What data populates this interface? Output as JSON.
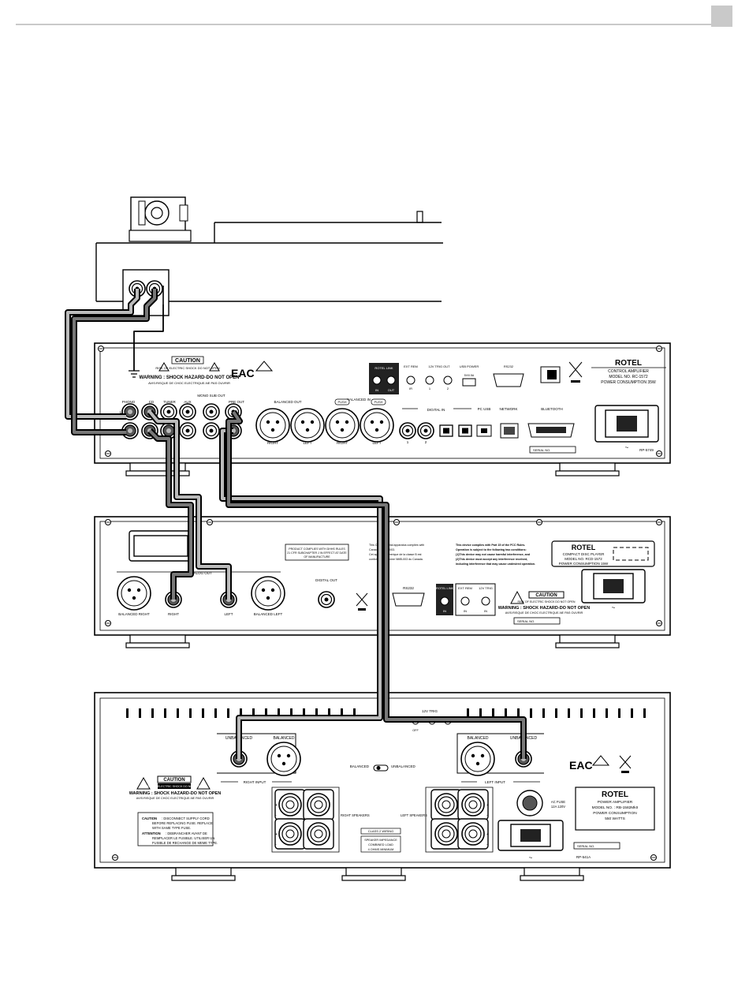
{
  "turntable": {},
  "cd_player_ctl": {
    "caution": "CAUTION",
    "warning": "WARNING : SHOCK HAZARD-DO NOT OPEN",
    "warning_fr": "AVIS:RISQUE DE CHOC ELECTRIQUE-NE PAS OUVRIR",
    "shock_small": "RISK OF ELECTRIC SHOCK DO NOT OPEN",
    "eac": "EAC",
    "rotel_link": "ROTEL LINK",
    "in": "IN",
    "out": "OUT",
    "ext_rem": "EXT REM",
    "ir": "IR",
    "trig_out": "12V TRIG OUT",
    "trig1": "1",
    "trig2": "2",
    "usb_power": "USB POWER",
    "usb_v": "5V/0.5A",
    "rs232": "RS232",
    "brand": "ROTEL",
    "model1": "CONTROL AMPLIFIER",
    "model2": "MODEL NO. RC-1572",
    "model3": "POWER CONSUMPTION 35W",
    "phono": "PHONO",
    "cd": "CD",
    "tuner": "TUNER",
    "aux": "AUX",
    "mono_sub": "MONO SUB OUT",
    "pre_out": "PRE OUT",
    "l": "L",
    "r": "R",
    "bal_out": "BALANCED OUT",
    "bal_in": "BALANCED IN",
    "push": "PUSH",
    "right": "RIGHT",
    "left": "LEFT",
    "digital_in": "DIGITAL IN",
    "d1": "1",
    "d2": "2",
    "pc_usb": "PC USB",
    "network": "NETWORK",
    "bluetooth": "BLUETOOTH",
    "serial": "SERIAL NO.",
    "code": "RP-5749",
    "ac": "~"
  },
  "cd_player": {
    "analog_out": "ANALOG OUT",
    "bal_right": "BALANCED RIGHT",
    "right": "RIGHT",
    "left": "LEFT",
    "bal_left": "BALANCED LEFT",
    "digital_out": "DIGITAL OUT",
    "comply1": "PRODUCT COMPLIES WITH DHHS RULES",
    "comply2": "21 CFR SUBCHAPTER J IN EFFECT AT DATE",
    "comply3": "OF MANUFACTURE",
    "ices1": "This Class B digital apparatus complies with",
    "ices2": "Canadian ICES-003.",
    "ices3": "Cet appareil numerique de la classe B est",
    "ices4": "conforme a la norme NMB-003 du Canada.",
    "fcc1": "This device complies with Part 15 of the FCC Rules.",
    "fcc2": "Operation is subject to the following two conditions:",
    "fcc3": "(1)This device may not cause harmful interference, and",
    "fcc4": "(2)This device must accept any interference received,",
    "fcc5": "including interference that may cause undesired operation.",
    "brand": "ROTEL",
    "model1": "COMPACT DISC PLAYER",
    "model2": "MODEL NO. RCD-1572",
    "model3": "POWER CONSUMPTION 15W",
    "rs232": "RS232",
    "rotel_link": "ROTEL LINK",
    "ext_rem": "EXT REM",
    "trig": "12V TRIG",
    "in": "IN",
    "caution": "CAUTION",
    "shock_small": "RISK OF ELECTRIC SHOCK DO NOT OPEN",
    "warning": "WARNING : SHOCK HAZARD-DO NOT OPEN",
    "warning_fr": "AVIS:RISQUE DE CHOC ELECTRIQUE-NE PAS OUVRIR",
    "serial": "SERIAL NO.",
    "ac": "~"
  },
  "amplifier": {
    "trig": "12V TRIG",
    "off": "OFF",
    "unbalanced": "UNBALANCED",
    "balanced": "BALANCED",
    "right_input": "RIGHT INPUT",
    "left_input": "LEFT INPUT",
    "sw_balanced": "BALANCED",
    "sw_unbalanced": "UNBALANCED",
    "eac": "EAC",
    "caution": "CAUTION",
    "shock_small": "RISK OF ELECTRIC SHOCK DO NOT OPEN",
    "warning": "WARNING : SHOCK HAZARD-DO NOT OPEN",
    "warning_fr": "AVIS:RISQUE DE CHOC ELECTRIQUE-NE PAS OUVRIR",
    "fuse_caution": "CAUTION",
    "fuse1": ": DISCONNECT SUPPLY CORD",
    "fuse2": "BEFORE REPLACING FUSE. REPLACE",
    "fuse3": "WITH SAME TYPE FUSE.",
    "attention": "ATTENTION",
    "fuse4": ": DEBRANCHER AVANT DE",
    "fuse5": "REMPLACER LE FUSIBLE. UTILISER UN",
    "fuse6": "FUSIBLE DE RECHANGE DE MEME TYPE.",
    "right_speakers": "RIGHT SPEAKERS",
    "left_speakers": "LEFT SPEAKERS",
    "class2": "CLASS 2 WIRING",
    "imp1": "SPEAKER IMPEDANCE",
    "imp2": "COMBINED LOAD",
    "imp3": "4 OHMS MINIMUM",
    "plus": "+",
    "minus": "-",
    "ac_fuse1": "AC FUSE",
    "ac_fuse2": "12A 120V",
    "brand": "ROTEL",
    "model1": "POWER AMPLIFIER",
    "model2": "MODEL NO. : RB-1582MkII",
    "model3": "POWER CONSUMPTION",
    "model4": "550 WATTS",
    "serial": "SERIAL NO.",
    "code": "RP-541A",
    "ac": "~"
  }
}
